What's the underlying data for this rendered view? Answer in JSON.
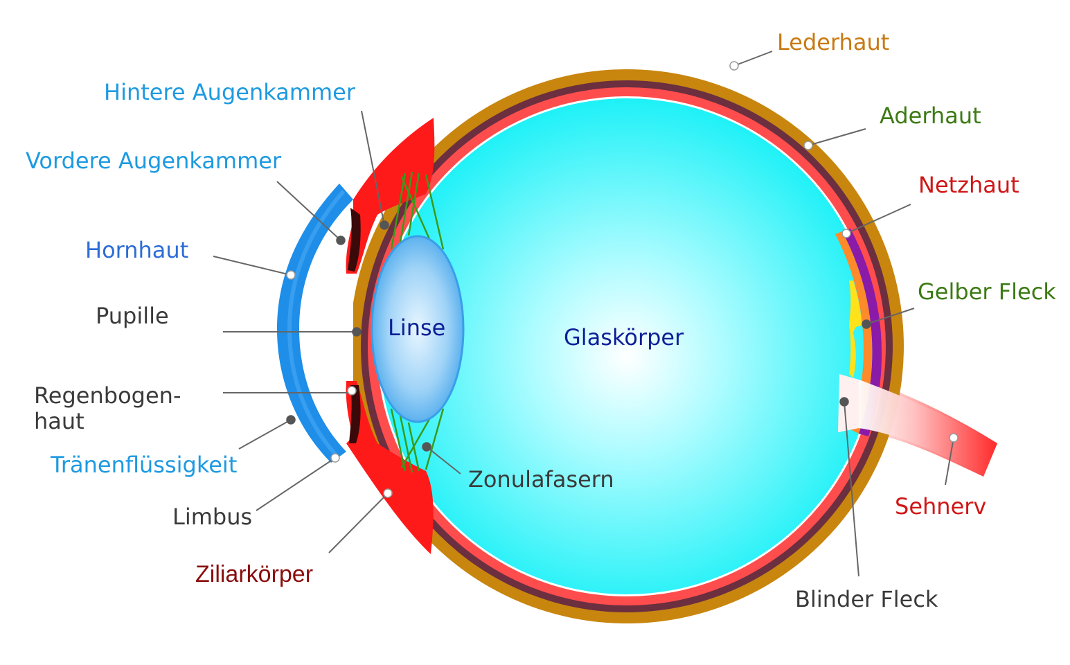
{
  "labels": {
    "lederhaut": "Lederhaut",
    "aderhaut": "Aderhaut",
    "netzhaut": "Netzhaut",
    "gelber_fleck": "Gelber Fleck",
    "sehnerv": "Sehnerv",
    "blinder_fleck": "Blinder Fleck",
    "hintere_augenkammer": "Hintere Augenkammer",
    "vordere_augenkammer": "Vordere Augenkammer",
    "hornhaut": "Hornhaut",
    "pupille": "Pupille",
    "regenbogenhaut_line1": "Regenbogen-",
    "regenbogenhaut_line2": "haut",
    "traenenfluessigkeit": "Tränenflüssigkeit",
    "limbus": "Limbus",
    "ziliarkoerper": "Ziliarkörper",
    "zonulafasern": "Zonulafasern",
    "linse": "Linse",
    "glaskoerper": "Glaskörper"
  },
  "colors": {
    "sclera": "#c8860f",
    "choroid": "#6b2f3f",
    "retina": "#ff4d4d",
    "retina_inner": "#ff7a7a",
    "cornea": "#1e8ee8",
    "iris_ciliary": "#ff1a1a",
    "vitreous": "#17f2f7",
    "lens": "#5ab2ef",
    "zonule": "#3a9a1a",
    "macula": "#ffe21a",
    "choroid_purple": "#8a1aa8",
    "label_orange": "#c87a12",
    "label_green": "#3c7a14",
    "label_red": "#d01515",
    "label_dark_red": "#8a0d0d",
    "label_blue": "#1e9ae0",
    "label_royal": "#2d6dd6",
    "label_navy": "#0d1f96",
    "label_gray": "#3a3a3a"
  }
}
